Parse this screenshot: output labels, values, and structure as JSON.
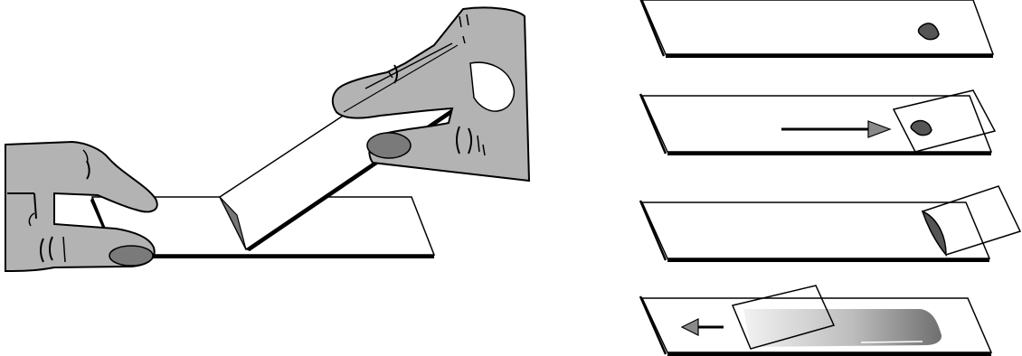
{
  "figure": {
    "description_visible_text": "",
    "panels": [
      {
        "id": "hands-technique",
        "icon": "hands-holding-slides-illustration"
      },
      {
        "id": "step-1",
        "icon": "slide-with-drop"
      },
      {
        "id": "step-2",
        "icon": "spreader-slide-backing-into-drop"
      },
      {
        "id": "step-3",
        "icon": "drop-spreading-along-edge"
      },
      {
        "id": "step-4",
        "icon": "pushing-to-form-smear"
      }
    ]
  },
  "colors": {
    "outline": "#000000",
    "skin": "#b3b3b3",
    "nail": "#7a7a7a",
    "drop": "#555555",
    "slide_fill": "#ffffff",
    "smear_dark": "#6f6f6f",
    "smear_light": "#e6e6e6",
    "arrow_fill": "#8a8a8a"
  }
}
